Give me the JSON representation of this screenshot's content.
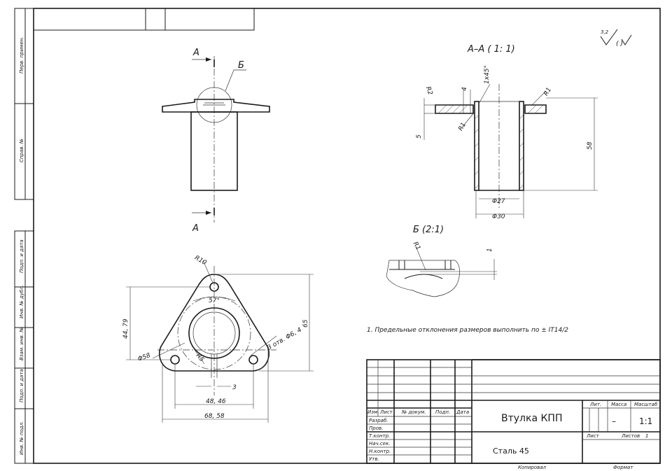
{
  "section_labels": {
    "cut_a_top": "А",
    "cut_a_bottom": "А",
    "detail_b": "Б",
    "section_title": "А–А ( 1: 1)",
    "detail_title": "Б (2:1)"
  },
  "roughness": {
    "value": "3,2",
    "suffix": "( )"
  },
  "dimensions": {
    "r10": "R10",
    "angle57": "57°",
    "d4479": "44, 79",
    "d65": "65",
    "phi58": "Φ58",
    "r5": "R5",
    "holes": "3 отв. Φ6, 4",
    "d3": "3",
    "d4846": "48, 46",
    "d6858": "68, 58",
    "r2": "R2",
    "d4": "4",
    "chamfer": "1x45°",
    "r1_right": "R1",
    "r1_left": "R1",
    "d5": "5",
    "d58": "58",
    "phi27": "Φ27",
    "phi30": "Φ30",
    "r1_detail": "R1",
    "d1_detail": "1"
  },
  "note": "1. Предельные отклонения размеров выполнить по  ± IT14/2",
  "side_stamp": [
    "Перв. примен.",
    "Справ. №",
    "Подп. и дата",
    "Инв. № дубл.",
    "Взам. инв. №",
    "Подп. и дата",
    "Инв. № подл."
  ],
  "title_block": {
    "headers": [
      "Изм.",
      "Лист",
      "№ докум.",
      "Подп.",
      "Дата"
    ],
    "roles": [
      "Разраб.",
      "Пров.",
      "Т.контр.",
      "Нач.сек.",
      "Н.контр.",
      "Утв."
    ],
    "name": "Втулка КПП",
    "material": "Сталь 45",
    "lit_label": "Лит.",
    "mass_label": "Масса",
    "scale_label": "Масштаб",
    "mass_value": "–",
    "scale_value": "1:1",
    "sheet_label": "Лист",
    "sheets_label": "Листов",
    "sheets_value": "1",
    "copied_label": "Копировал",
    "format_label": "Формат"
  }
}
